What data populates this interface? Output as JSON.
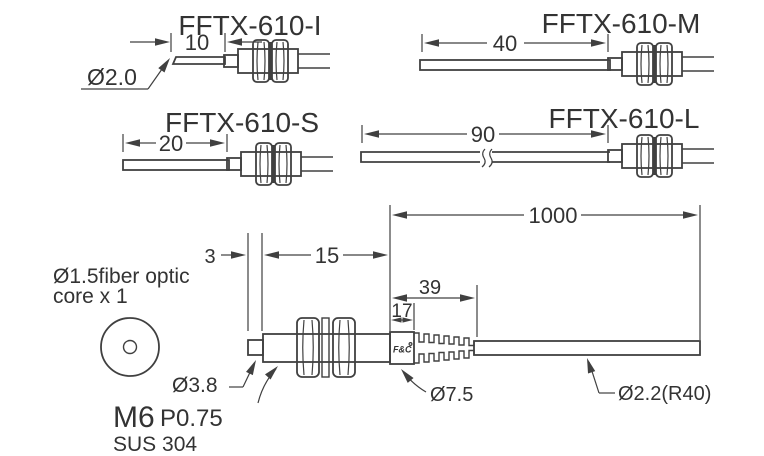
{
  "drawing": {
    "background": "#ffffff",
    "line_color": "#404040",
    "text_color": "#333333"
  },
  "variants": [
    {
      "name": "FFTX-610-I",
      "probe_length_mm": "10"
    },
    {
      "name": "FFTX-610-M",
      "probe_length_mm": "40"
    },
    {
      "name": "FFTX-610-S",
      "probe_length_mm": "20"
    },
    {
      "name": "FFTX-610-L",
      "probe_length_mm": "90"
    }
  ],
  "main_view": {
    "dimensions": {
      "tip_length": "3",
      "body_length": "15",
      "cable_length": "1000",
      "relief_length": "39",
      "head_length": "17"
    },
    "callouts": {
      "tip_diameter": "Ø2.0",
      "fiber_note_line1": "Ø1.5fiber optic",
      "fiber_note_line2": "core x 1",
      "nose_diameter": "Ø3.8",
      "thread_spec": "M6",
      "thread_pitch": "P0.75",
      "material": "SUS 304",
      "head_diameter": "Ø7.5",
      "cable_spec": "Ø2.2(R40)",
      "brand": "F&C"
    }
  }
}
